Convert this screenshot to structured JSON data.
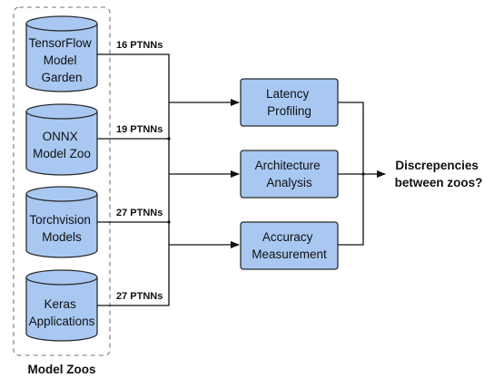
{
  "colors": {
    "node_fill": "#a8c8f2",
    "stroke": "#2b2b2b",
    "group_border": "#777777"
  },
  "group_label": "Model Zoos",
  "zoos": [
    {
      "lines": [
        "TensorFlow",
        "Model",
        "Garden"
      ],
      "count": "16 PTNNs"
    },
    {
      "lines": [
        "ONNX",
        "Model Zoo"
      ],
      "count": "19 PTNNs"
    },
    {
      "lines": [
        "Torchvision",
        "Models"
      ],
      "count": "27 PTNNs"
    },
    {
      "lines": [
        "Keras",
        "Applications"
      ],
      "count": "27 PTNNs"
    }
  ],
  "processes": [
    {
      "lines": [
        "Latency",
        "Profiling"
      ]
    },
    {
      "lines": [
        "Architecture",
        "Analysis"
      ]
    },
    {
      "lines": [
        "Accuracy",
        "Measurement"
      ]
    }
  ],
  "output": {
    "lines": [
      "Discrepencies",
      "between zoos?"
    ]
  }
}
